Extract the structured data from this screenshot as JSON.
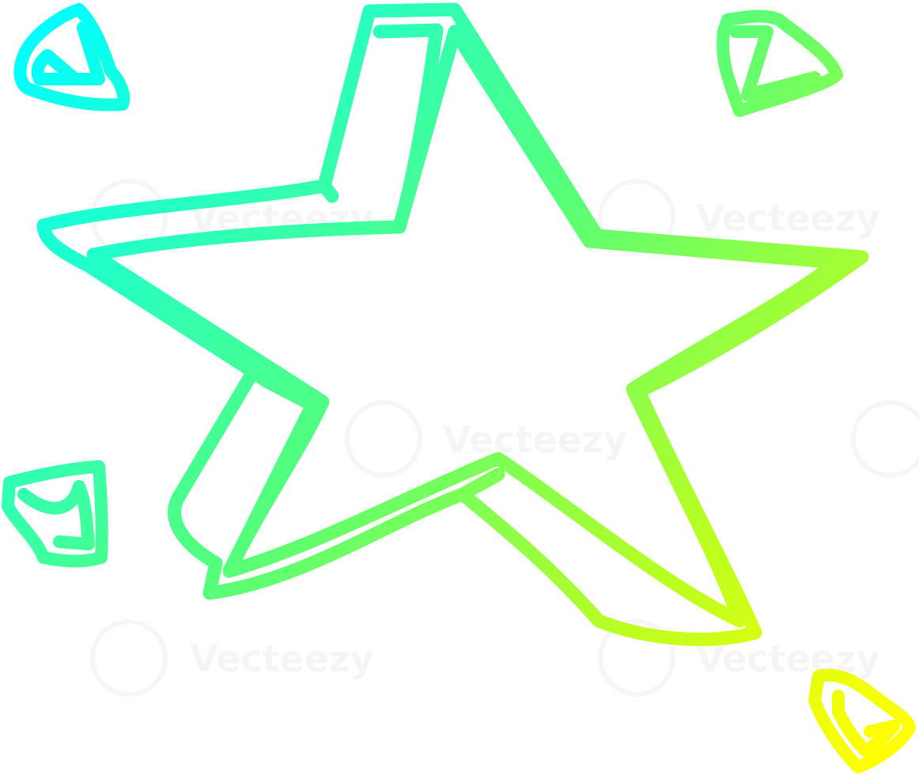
{
  "image": {
    "subject": "star-doodle",
    "gradient_colors": {
      "start": "#00ffff",
      "mid": "#66ff66",
      "end": "#ffff00"
    },
    "stroke_style": "thick-outline",
    "background": "#ffffff"
  },
  "watermark": {
    "text": "Vecteezy",
    "repeated": true
  }
}
